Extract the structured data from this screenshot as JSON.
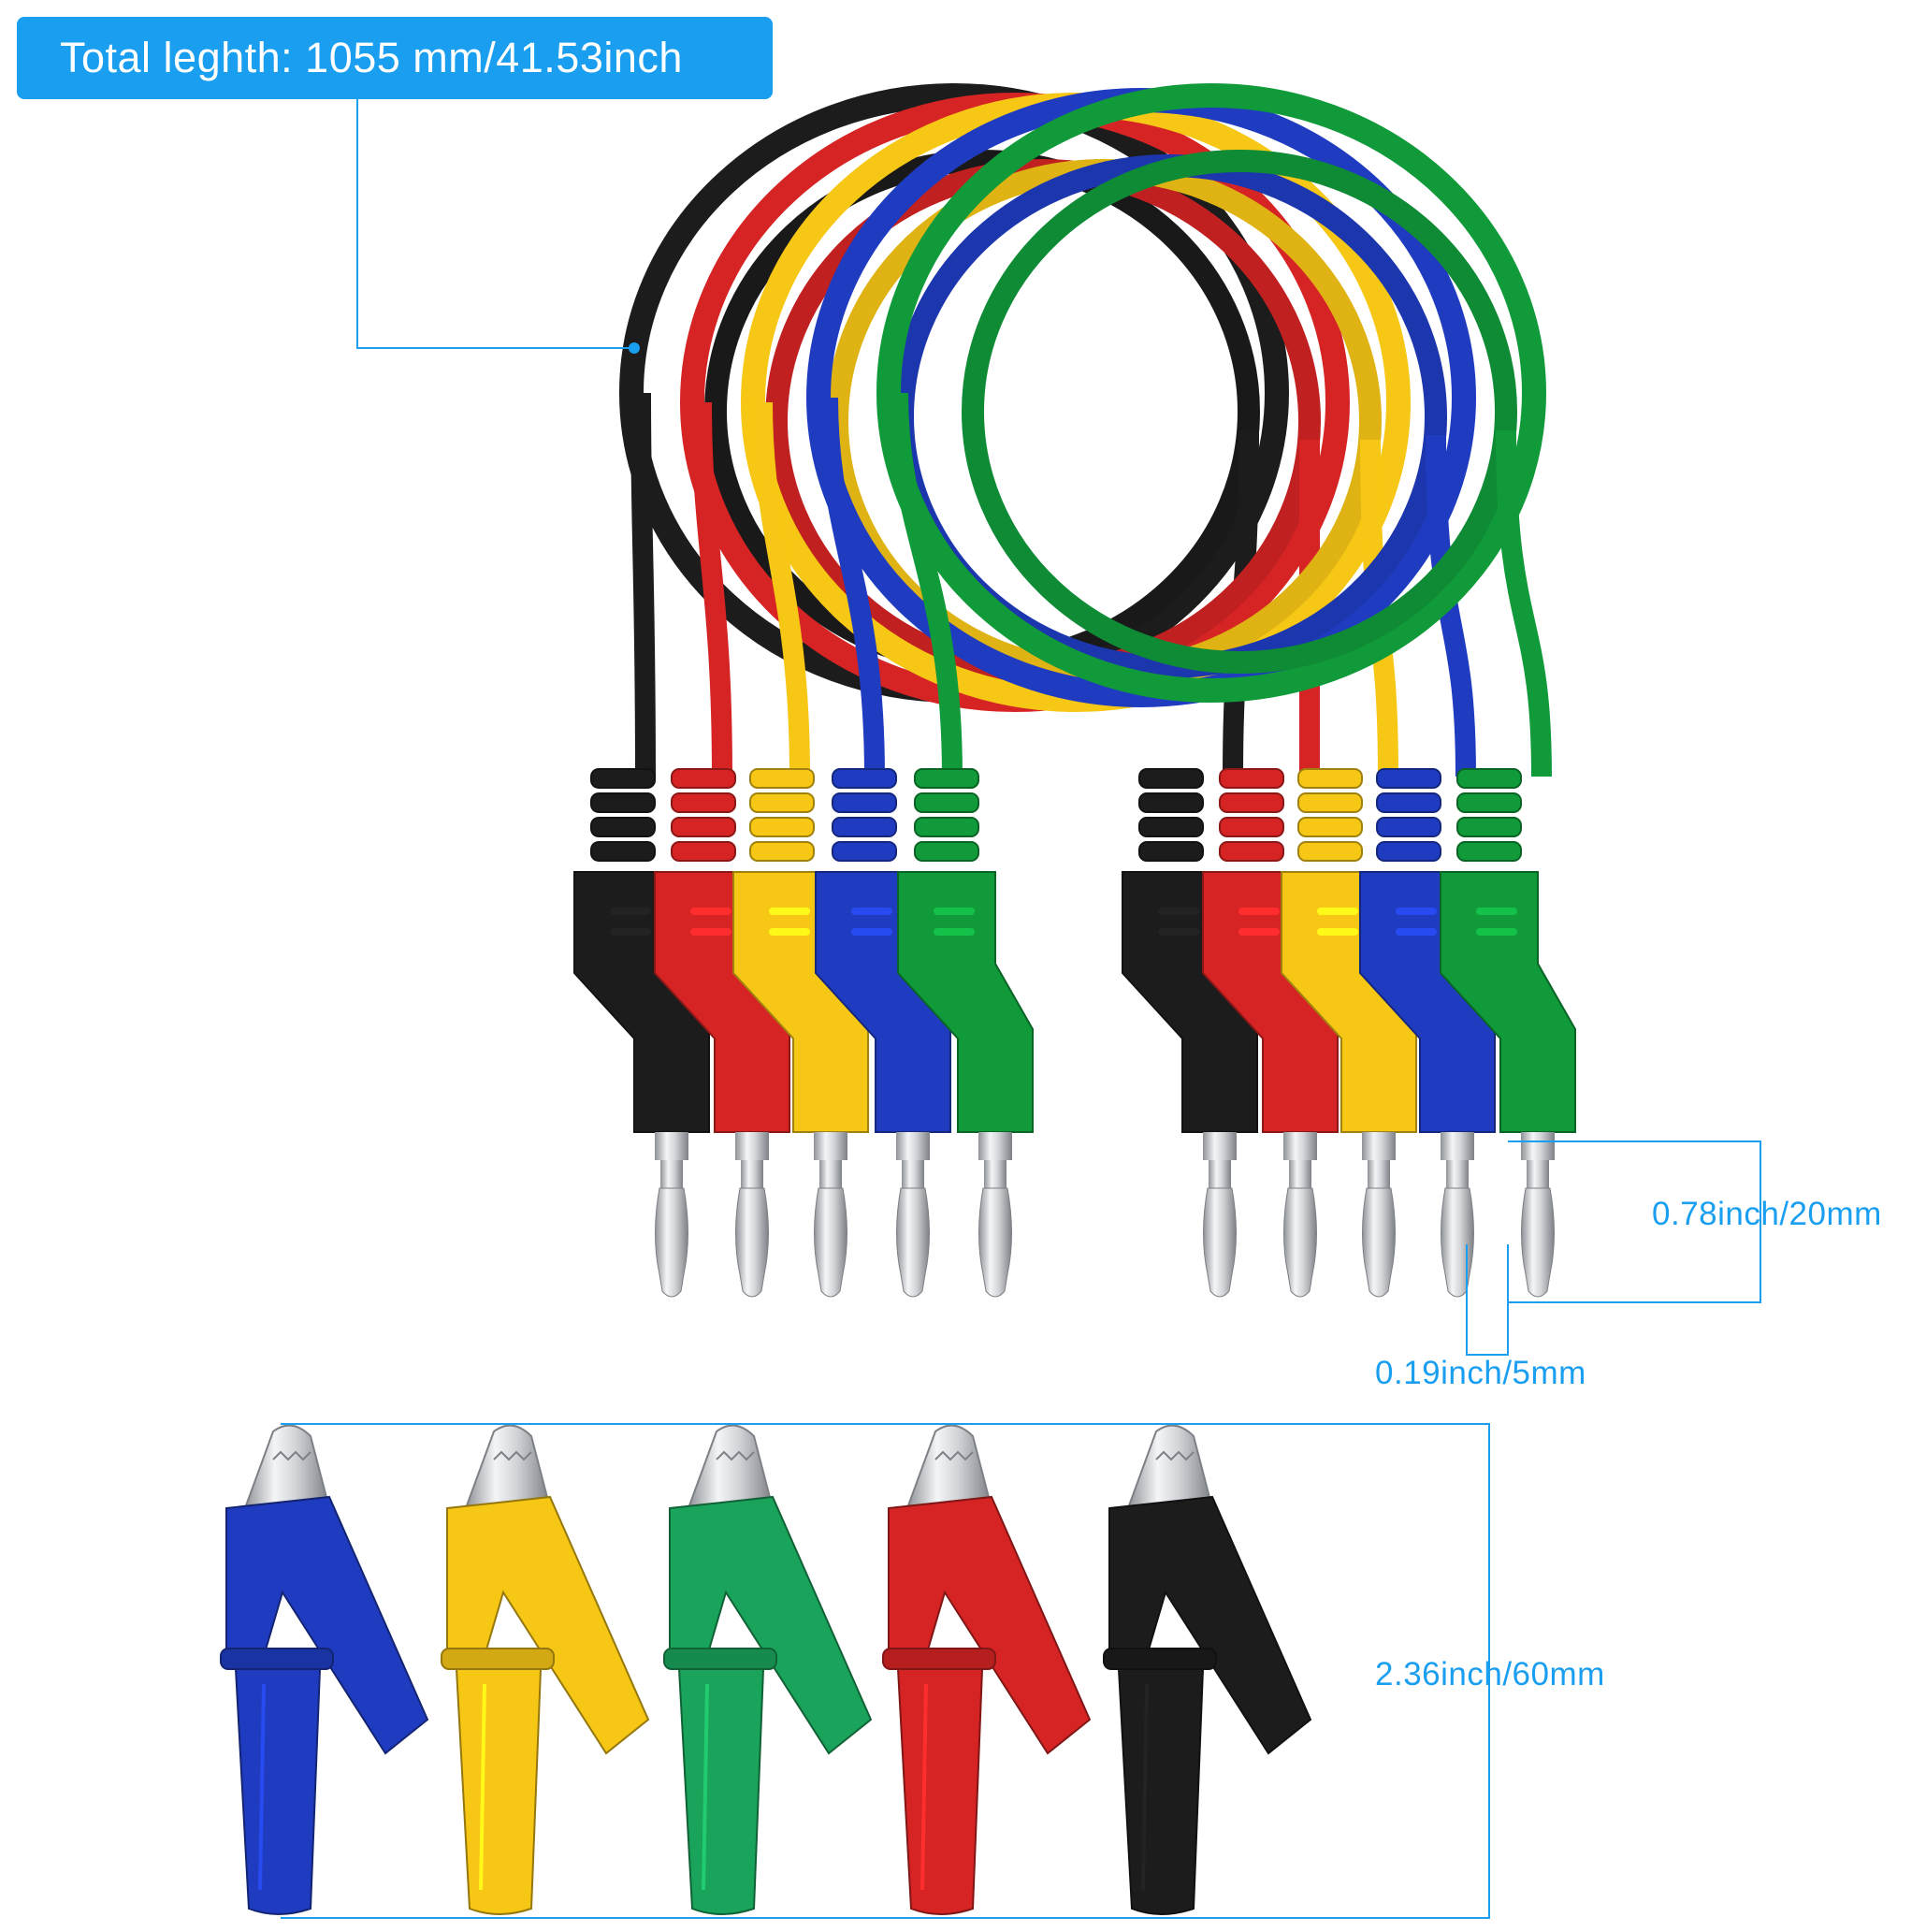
{
  "callouts": {
    "total_length": "Total leghth: 1055 mm/41.53inch",
    "plug_length": "0.78inch/20mm",
    "plug_diameter": "0.19inch/5mm",
    "clip_length": "2.36inch/60mm"
  },
  "colors": {
    "accent": "#1a9ff0",
    "black": "#1c1c1c",
    "red": "#d62424",
    "yellow": "#f7c715",
    "blue": "#1f3cc0",
    "green": "#109a3a",
    "clip_green": "#1aa35a",
    "metal": "#c9ccd1"
  },
  "icons": {
    "cables": "coiled-test-lead-cables",
    "plugs": "banana-plug",
    "clips": "alligator-clip"
  },
  "cable_order": [
    "black",
    "red",
    "yellow",
    "blue",
    "green"
  ],
  "clip_order": [
    "blue",
    "yellow",
    "clip_green",
    "red",
    "black"
  ]
}
